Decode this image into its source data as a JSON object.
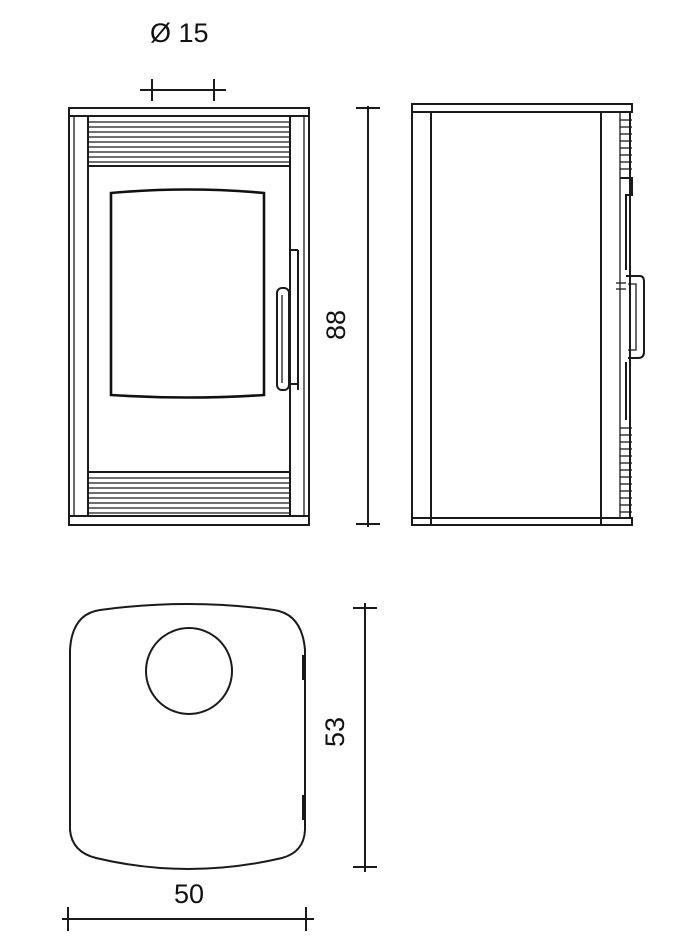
{
  "dimensions": {
    "flue_diameter": "Ø 15",
    "height": "88",
    "depth": "53",
    "width": "50"
  },
  "views": [
    "front-view",
    "side-view",
    "top-view"
  ]
}
